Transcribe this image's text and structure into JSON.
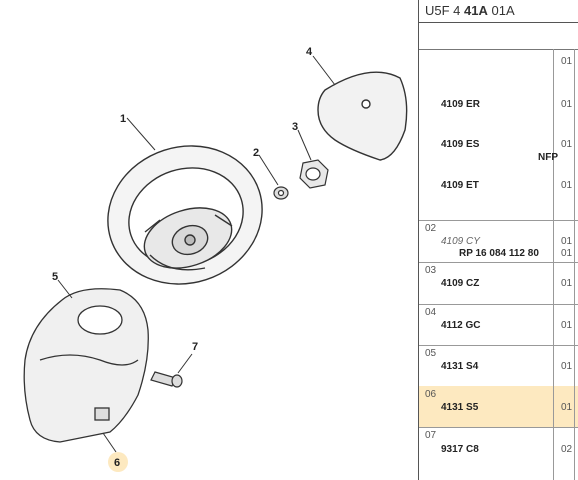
{
  "header": {
    "prefix": "U5F 4 ",
    "bold": "41A",
    "suffix": " 01A"
  },
  "callouts": [
    "1",
    "2",
    "3",
    "4",
    "5",
    "6",
    "7"
  ],
  "rows": [
    {
      "index": "",
      "parts": [
        {
          "code": "4109 ER",
          "qty": "01"
        },
        {
          "code": "4109 ES",
          "qty": "01"
        },
        {
          "code": "4109 ET",
          "qty": "01"
        }
      ],
      "extra_top": "01",
      "nfp": "NFP"
    },
    {
      "index": "02",
      "parts": [
        {
          "code": "4109 CY",
          "qty": "01",
          "italic": true
        }
      ],
      "note": "RP 16 084 112 80",
      "note_qty": "01"
    },
    {
      "index": "03",
      "parts": [
        {
          "code": "4109 CZ",
          "qty": "01"
        }
      ]
    },
    {
      "index": "04",
      "parts": [
        {
          "code": "4112 GC",
          "qty": "01"
        }
      ]
    },
    {
      "index": "05",
      "parts": [
        {
          "code": "4131 S4",
          "qty": "01"
        }
      ]
    },
    {
      "index": "06",
      "parts": [
        {
          "code": "4131 S5",
          "qty": "01"
        }
      ],
      "highlight": true
    },
    {
      "index": "07",
      "parts": [
        {
          "code": "9317 C8",
          "qty": "02"
        }
      ]
    }
  ]
}
